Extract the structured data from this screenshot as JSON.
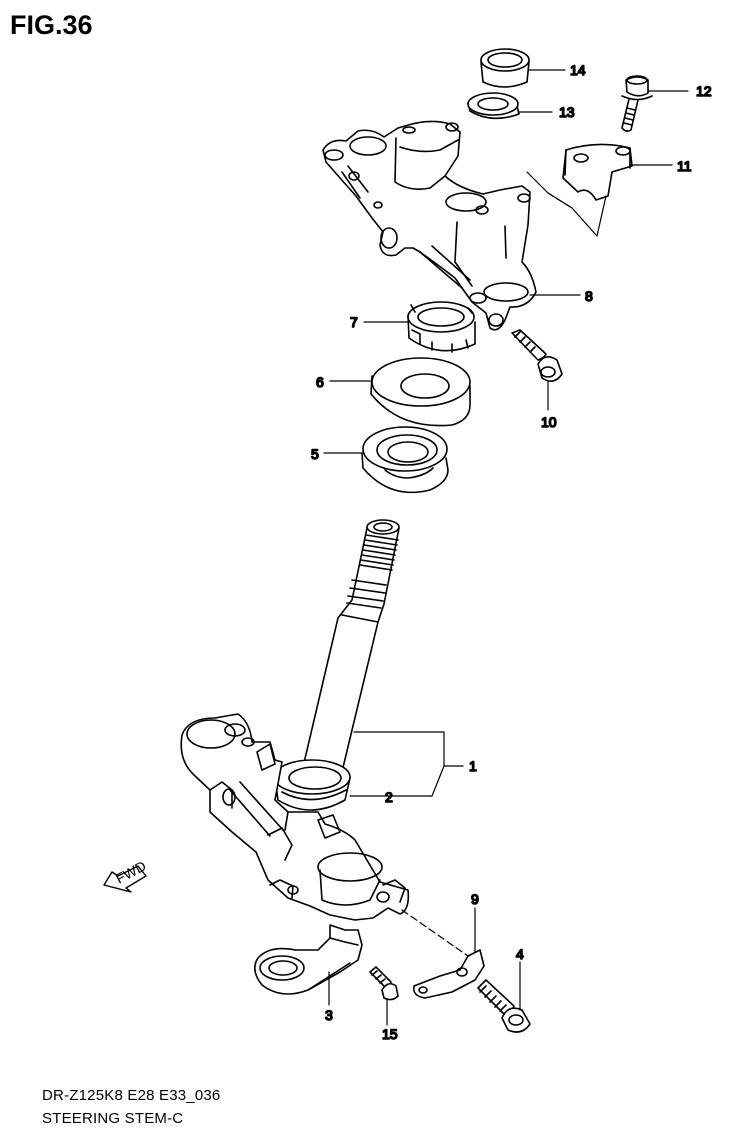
{
  "figure": {
    "title": "FIG.36"
  },
  "callouts": [
    "1",
    "2",
    "3",
    "4",
    "5",
    "6",
    "7",
    "8",
    "9",
    "10",
    "11",
    "12",
    "13",
    "14",
    "15"
  ],
  "fwd_label": "FWD",
  "footer": {
    "model": "DR-Z125K8 E28 E33_036",
    "name": "STEERING STEM-C"
  }
}
